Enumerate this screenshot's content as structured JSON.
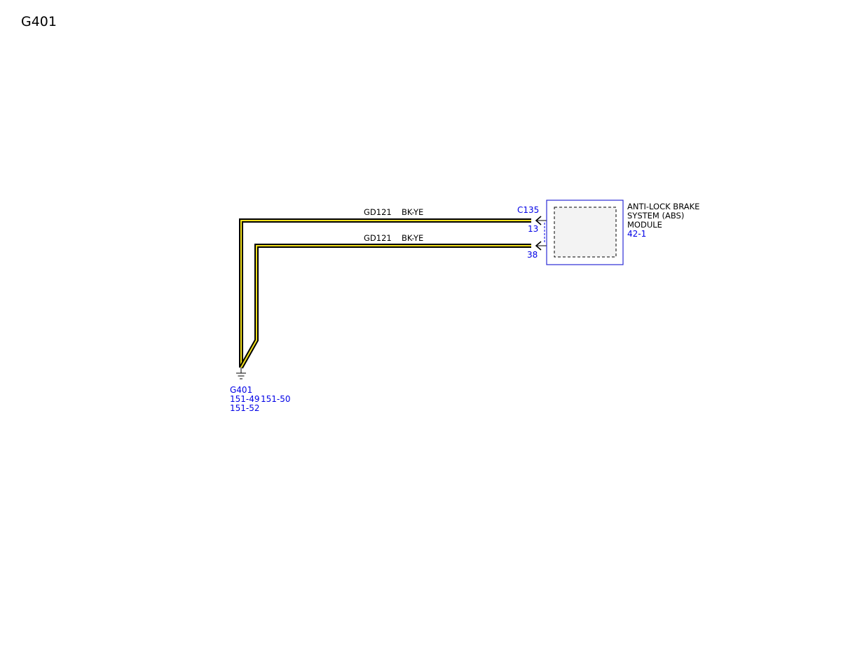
{
  "page_title": "G401",
  "colors": {
    "wire_outer": "#000000",
    "wire_inner": "#f2e01c",
    "reference_blue": "#0000e6",
    "module_border": "#2b2bd6",
    "module_fill": "#f3f3f3"
  },
  "wires": [
    {
      "circuit": "GD121",
      "color_code": "BK-YE",
      "pin": "13"
    },
    {
      "circuit": "GD121",
      "color_code": "BK-YE",
      "pin": "38"
    }
  ],
  "connector": {
    "id": "C135"
  },
  "module": {
    "name_lines": [
      "ANTI-LOCK BRAKE",
      "SYSTEM (ABS)",
      "MODULE"
    ],
    "page_ref": "42-1"
  },
  "ground": {
    "id": "G401",
    "refs": [
      "151-49",
      "151-50",
      "151-52"
    ]
  }
}
